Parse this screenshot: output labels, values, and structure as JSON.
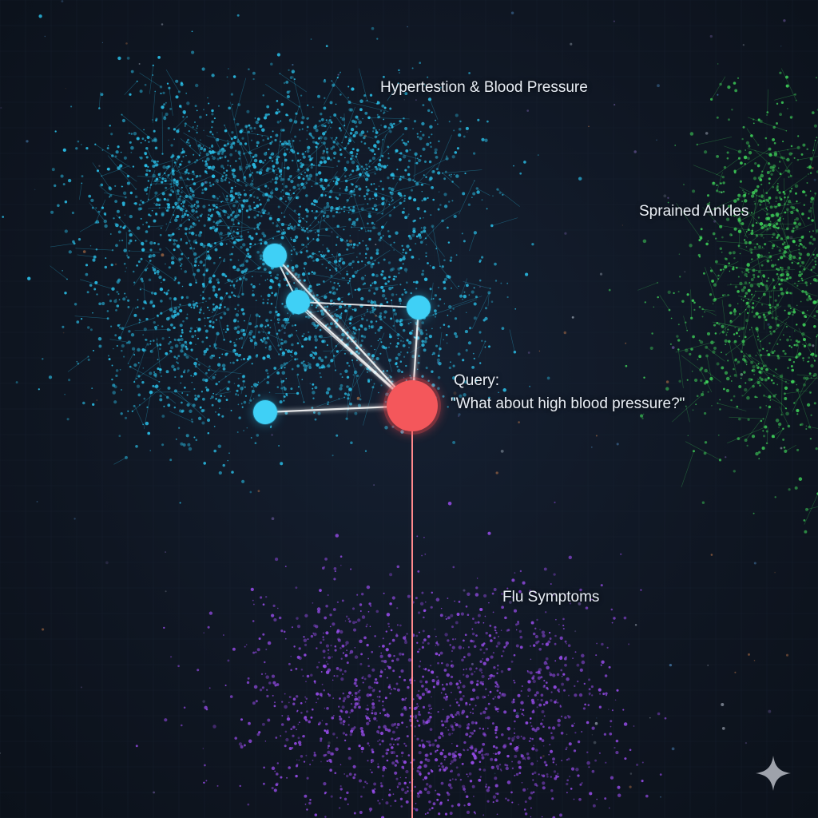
{
  "clusters": [
    {
      "id": "hypertension",
      "label": "Hypertestion & Blood Pressure",
      "color": "#2bc6f0"
    },
    {
      "id": "ankles",
      "label": "Sprained Ankles",
      "color": "#3fd45a"
    },
    {
      "id": "flu",
      "label": "Flu Symptoms",
      "color": "#9b4df0"
    }
  ],
  "query": {
    "title": "Query:",
    "text": "\"What about high blood pressure?\"",
    "color": "#f2494e"
  },
  "link_color": "#ffffff",
  "icons": {
    "corner": "sparkle-icon"
  }
}
